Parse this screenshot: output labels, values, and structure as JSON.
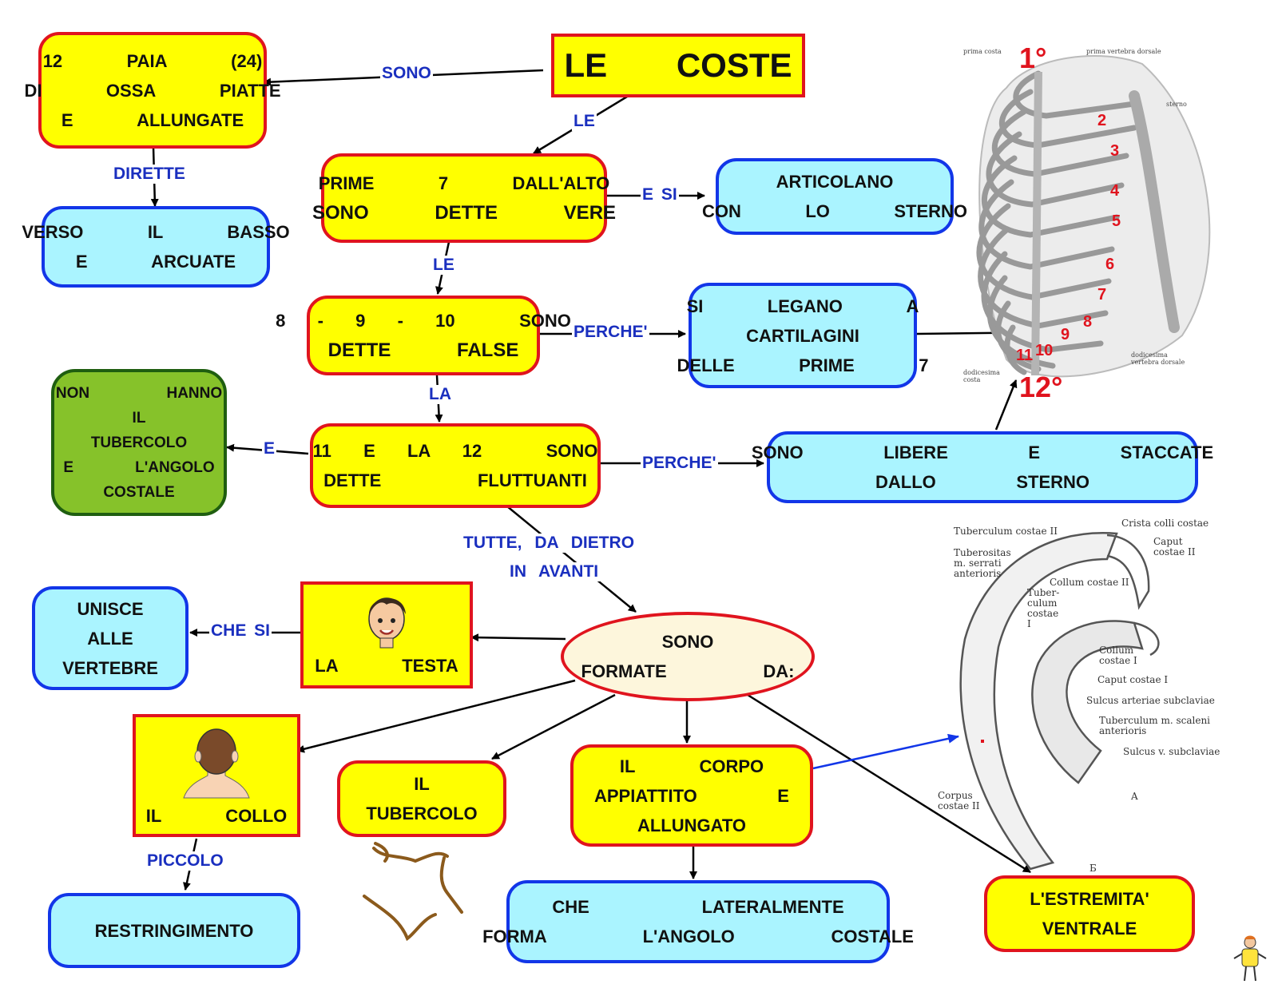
{
  "title": "LE    COSTE",
  "nodes": {
    "paia": [
      "12    PAIA    (24)",
      "DI    OSSA    PIATTE",
      "E    ALLUNGATE"
    ],
    "verso": [
      "VERSO    IL    BASSO",
      "E    ARCUATE"
    ],
    "prime7": [
      "PRIME    7    DALL'ALTO",
      "SONO    DETTE    VERE"
    ],
    "articolano": [
      "ARTICOLANO",
      "CON    LO    STERNO"
    ],
    "false": [
      "8  -  9  -  10    SONO",
      "DETTE    FALSE"
    ],
    "legano": [
      "SI    LEGANO    A",
      "CARTILAGINI",
      "DELLE    PRIME    7"
    ],
    "nonhanno": [
      "NON     HANNO",
      "IL",
      "TUBERCOLO",
      "E    L'ANGOLO",
      "COSTALE"
    ],
    "fluttuanti": [
      "11  E  LA  12    SONO",
      "DETTE      FLUTTUANTI"
    ],
    "libere": [
      "SONO     LIBERE     E     STACCATE",
      "DALLO     STERNO"
    ],
    "formate": [
      "SONO",
      "FORMATE      DA:"
    ],
    "unisce": [
      "UNISCE",
      "ALLE",
      "VERTEBRE"
    ],
    "testa": [
      "LA    TESTA"
    ],
    "collo": [
      "IL    COLLO"
    ],
    "tubercolo": [
      "IL",
      "TUBERCOLO"
    ],
    "corpo": [
      "IL    CORPO",
      "APPIATTITO     E",
      "ALLUNGATO"
    ],
    "estremita": [
      "L'ESTREMITA'",
      "VENTRALE"
    ],
    "restringimento": [
      "RESTRINGIMENTO"
    ],
    "lateralmente": [
      "CHE       LATERALMENTE",
      "FORMA      L'ANGOLO      COSTALE"
    ]
  },
  "links": {
    "sono": "SONO",
    "dirette": "DIRETTE",
    "le1": "LE",
    "esi": "E  SI",
    "le2": "LE",
    "perche1": "PERCHE'",
    "la": "LA",
    "e": "E",
    "perche2": "PERCHE'",
    "tutte1": "TUTTE,    DA    DIETRO",
    "tutte2": "IN    AVANTI",
    "chesi": "CHE  SI",
    "piccolo": "PICCOLO"
  },
  "rib_numbers": {
    "first": "1°",
    "last": "12°",
    "others": [
      "2",
      "3",
      "4",
      "5",
      "6",
      "7",
      "8",
      "9",
      "10",
      "11"
    ]
  },
  "anatomy_top_labels": [
    "prima costa",
    "prima vertebra dorsale",
    "sterno",
    "dodicesima vertebra dorsale",
    "dodicesima costa"
  ],
  "anatomy_bottom_labels": {
    "tuberculum2": "Tuberculum costae II",
    "crista": "Crista colli costae",
    "caput2": "Caput costae II",
    "tuberositas": "Tuberositas m. serrati anterioris",
    "collum2": "Collum costae II",
    "tuberculum1": "Tuber- culum costae I",
    "collum1": "Collum costae I",
    "caput1": "Caput costae I",
    "sulcusart": "Sulcus arteriae subclaviae",
    "tuberculumscal": "Tuberculum m. scaleni anterioris",
    "sulcusv": "Sulcus v. subclaviae",
    "corpus": "Corpus costae II",
    "a": "A",
    "b": "Б"
  },
  "colors": {
    "yellow": "#ffff00",
    "red_border": "#e0141e",
    "cyan": "#aaf4ff",
    "blue_border": "#1236e8",
    "green": "#86c22a",
    "link_text": "#1a2fbf"
  }
}
